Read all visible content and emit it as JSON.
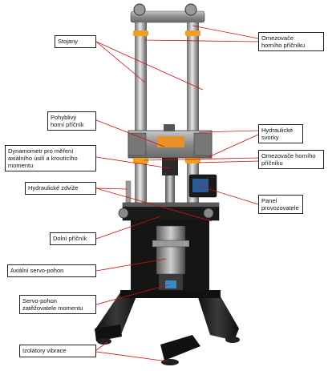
{
  "diagram": {
    "labels": {
      "stojany": "Stojany",
      "omezovace_horni_1": "Omezovače\nhorního příčníku",
      "pohyblivy_pricnik": "Pohyblivý\nhorní příčník",
      "hydraulicke_svorky": "Hydraulické\nsvorky",
      "dynamometr": "Dynamometr pro měření\naxiálního úsilí a kroutícího\nmomentu",
      "omezovace_horni_2": "Omezovače horního\npříčníku",
      "hydraulicke_zdvize": "Hydraulické zdviže",
      "panel": "Panel\nprovozovatele",
      "dolni_pricnik": "Dolní příčník",
      "axialni_servo": "Axiální servo-pohon",
      "servo_moment": "Servo-pohon\nzatěžovatele momentu",
      "izolatory": "Izolátory vibrace"
    },
    "colors": {
      "leader_line": "#d01010",
      "frame": "#1a1a1a",
      "column": "#b8b8b8",
      "stop_collar": "#f0a020",
      "screen": "#2a5a9a"
    }
  }
}
